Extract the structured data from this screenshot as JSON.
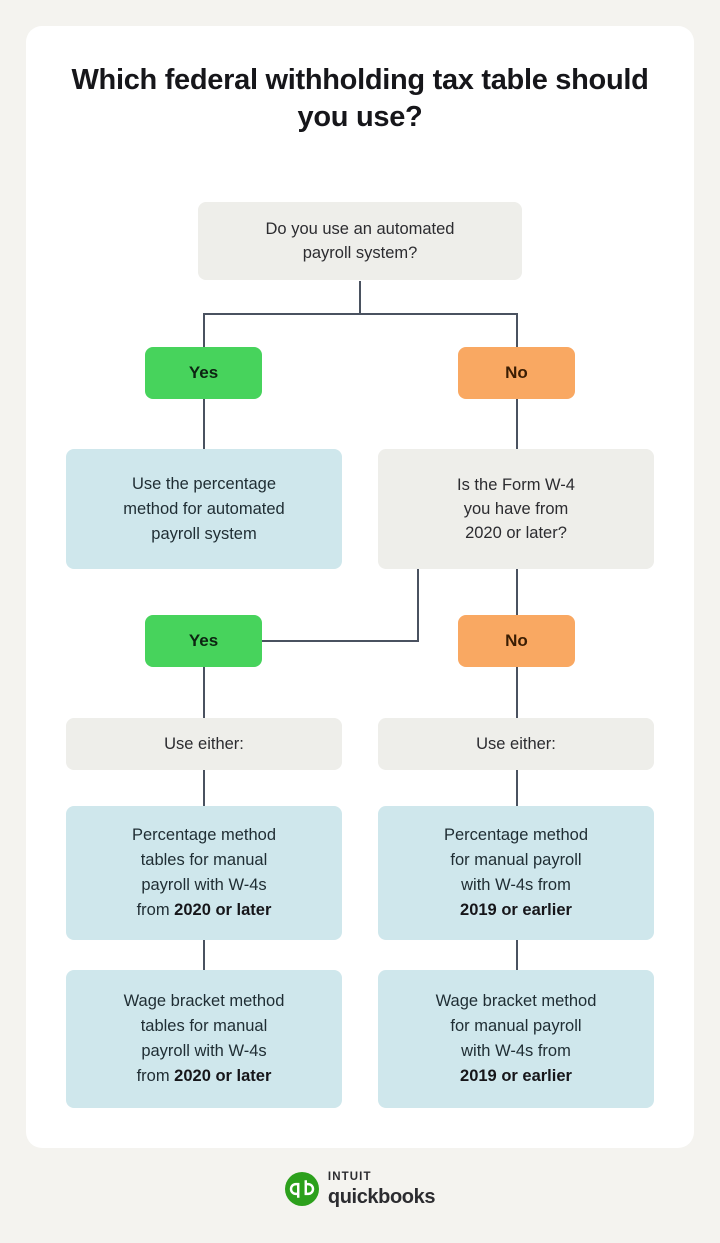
{
  "page": {
    "background_color": "#f4f3ef",
    "card_color": "#ffffff"
  },
  "title": "Which federal withholding tax table should you use?",
  "colors": {
    "yes_green": "#47d35c",
    "no_orange": "#f9a862",
    "question_grey": "#eeeeea",
    "result_blue": "#cfe7ec",
    "connector": "#4a5260",
    "logo_green": "#2ca01c"
  },
  "chart_data": {
    "type": "diagram",
    "title": "Which federal withholding tax table should you use?",
    "nodes": [
      {
        "id": "q1",
        "kind": "question",
        "text": "Do you use an automated payroll system?"
      },
      {
        "id": "q1-yes",
        "kind": "answer",
        "text": "Yes"
      },
      {
        "id": "q1-no",
        "kind": "answer",
        "text": "No"
      },
      {
        "id": "r1",
        "kind": "result",
        "text": "Use the percentage method for automated payroll system"
      },
      {
        "id": "q2",
        "kind": "question",
        "text": "Is the Form W-4 you have from 2020 or later?"
      },
      {
        "id": "q2-yes",
        "kind": "answer",
        "text": "Yes"
      },
      {
        "id": "q2-no",
        "kind": "answer",
        "text": "No"
      },
      {
        "id": "useeither-left",
        "kind": "label",
        "text": "Use either:"
      },
      {
        "id": "useeither-right",
        "kind": "label",
        "text": "Use either:"
      },
      {
        "id": "r2",
        "kind": "result",
        "text": "Percentage method tables for manual payroll with W-4s from 2020 or later",
        "emphasis": "2020 or later"
      },
      {
        "id": "r3",
        "kind": "result",
        "text": "Wage bracket method tables for manual payroll with W-4s from 2020 or later",
        "emphasis": "2020 or later"
      },
      {
        "id": "r4",
        "kind": "result",
        "text": "Percentage method for manual payroll with W-4s from 2019 or earlier",
        "emphasis": "2019 or earlier"
      },
      {
        "id": "r5",
        "kind": "result",
        "text": "Wage bracket method for manual payroll with W-4s from 2019 or earlier",
        "emphasis": "2019 or earlier"
      }
    ],
    "edges": [
      {
        "from": "q1",
        "to": "q1-yes"
      },
      {
        "from": "q1",
        "to": "q1-no"
      },
      {
        "from": "q1-yes",
        "to": "r1"
      },
      {
        "from": "q1-no",
        "to": "q2"
      },
      {
        "from": "q2",
        "to": "q2-yes"
      },
      {
        "from": "q2",
        "to": "q2-no"
      },
      {
        "from": "q2-yes",
        "to": "useeither-left"
      },
      {
        "from": "q2-no",
        "to": "useeither-right"
      },
      {
        "from": "useeither-left",
        "to": "r2"
      },
      {
        "from": "r2",
        "to": "r3"
      },
      {
        "from": "useeither-right",
        "to": "r4"
      },
      {
        "from": "r4",
        "to": "r5"
      }
    ]
  },
  "flow": {
    "q1": {
      "line1": "Do you use an automated",
      "line2": "payroll system?"
    },
    "yes1": "Yes",
    "no1": "No",
    "result1": {
      "line1": "Use the percentage",
      "line2": "method for automated",
      "line3": "payroll system"
    },
    "q2": {
      "line1": "Is the Form W-4",
      "line2": "you have from",
      "line3": "2020 or later?"
    },
    "yes2": "Yes",
    "no2": "No",
    "use_either_left": "Use either:",
    "use_either_right": "Use either:",
    "result2": {
      "line1": "Percentage method",
      "line2": "tables for manual",
      "line3": "payroll with W-4s",
      "line4_prefix": "from ",
      "line4_bold": "2020 or later"
    },
    "result3": {
      "line1": "Wage bracket method",
      "line2": "tables for manual",
      "line3": "payroll with W-4s",
      "line4_prefix": "from ",
      "line4_bold": "2020 or later"
    },
    "result4": {
      "line1": "Percentage method",
      "line2": "for manual payroll",
      "line3": "with W-4s from",
      "line4_bold": "2019 or earlier"
    },
    "result5": {
      "line1": "Wage bracket method",
      "line2": "for manual payroll",
      "line3": "with W-4s from",
      "line4_bold": "2019 or earlier"
    }
  },
  "logo": {
    "brand_top": "INTUIT",
    "brand_main": "quickbooks",
    "mark_letters": "qb"
  }
}
